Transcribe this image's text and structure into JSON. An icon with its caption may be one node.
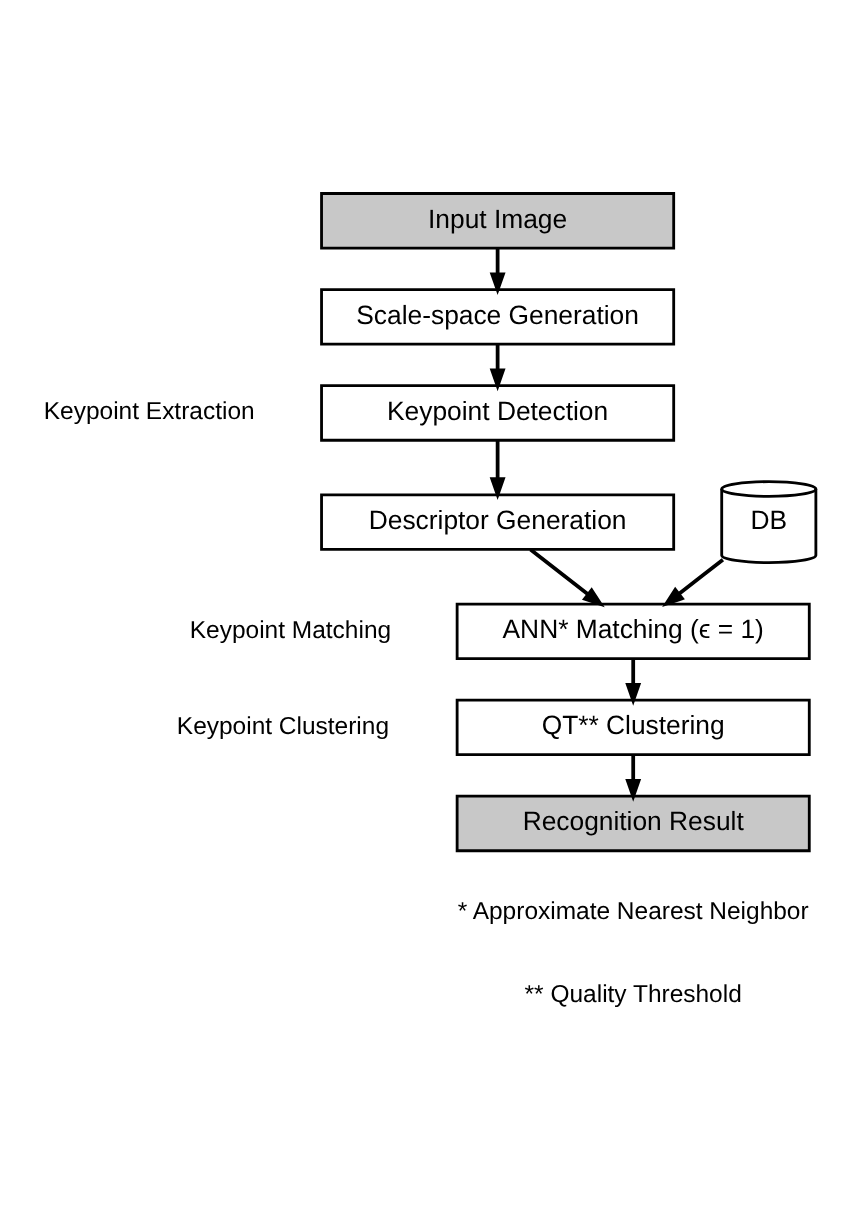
{
  "diagram": {
    "nodes": [
      {
        "text": [
          "Input Image"
        ]
      },
      {
        "text": [
          "Scale-space Generation"
        ]
      },
      {
        "text": [
          "Keypoint Detection"
        ]
      },
      {
        "text": [
          "Descriptor Generation"
        ]
      },
      {
        "text": [
          "ANN* Matching (ϵ = 1)"
        ]
      },
      {
        "text": [
          "DB"
        ]
      },
      {
        "text": [
          "QT** Clustering"
        ]
      },
      {
        "text": [
          "Recognition Result"
        ]
      }
    ],
    "edges": [
      {
        "from": 0,
        "to": 1,
        "arrow": "to"
      },
      {
        "from": 1,
        "to": 2,
        "arrow": "to"
      },
      {
        "from": 2,
        "to": 3,
        "arrow": "to"
      },
      {
        "from": 3,
        "to": 4,
        "arrow": "to"
      },
      {
        "from": 5,
        "to": 4,
        "arrow": "to"
      },
      {
        "from": 4,
        "to": 6,
        "arrow": "to"
      },
      {
        "from": 6,
        "to": 7,
        "arrow": "to"
      }
    ],
    "labels": [
      "Keypoint Extraction",
      "Keypoint Matching",
      "Keypoint Clustering",
      "* Approximate Nearest Neighbor",
      "** Quality Threshold"
    ]
  }
}
